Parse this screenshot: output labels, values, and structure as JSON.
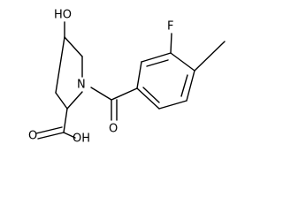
{
  "molecule": {
    "labels": {
      "hydroxyl": "HO",
      "fluorine": "F",
      "nitrogen": "N",
      "carbonyl_oxygen": "O",
      "acid_hydroxyl": "OH"
    },
    "colors": {
      "bond": "#000000",
      "text": "#000000",
      "background": "#ffffff"
    }
  }
}
